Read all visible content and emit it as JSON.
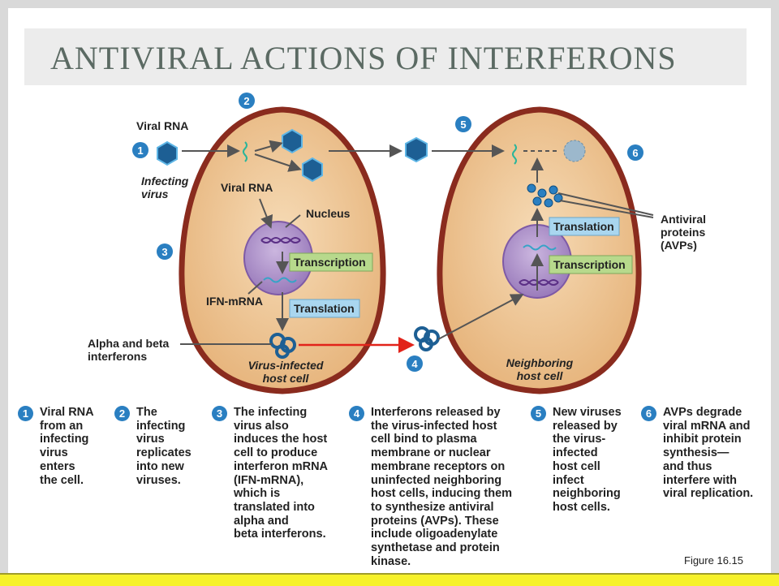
{
  "slide": {
    "title": "ANTIVIRAL ACTIONS OF INTERFERONS",
    "figure_label": "Figure 16.15"
  },
  "diagram": {
    "labels": {
      "viral_rna_top": "Viral RNA",
      "infecting_virus": "Infecting\nvirus",
      "viral_rna_inner": "Viral RNA",
      "nucleus": "Nucleus",
      "transcription_left": "Transcription",
      "ifn_mrna": "IFN-mRNA",
      "translation_left": "Translation",
      "alpha_beta": "Alpha and beta\ninterferons",
      "virus_infected_host": "Virus-infected\nhost cell",
      "neighboring_host": "Neighboring\nhost cell",
      "translation_right": "Translation",
      "transcription_right": "Transcription",
      "antiviral_proteins": "Antiviral\nproteins\n(AVPs)"
    },
    "markers": [
      "1",
      "2",
      "3",
      "4",
      "5",
      "6"
    ],
    "colors": {
      "cell_fill": "#eec89a",
      "cell_border": "#8a2b1e",
      "nucleus": "#a98cc4",
      "marker": "#2a7fc1",
      "transcription_box": "#b7d98c",
      "translation_box": "#a9d6ef",
      "release_arrow": "#e2231a",
      "virus": "#1d5f94"
    }
  },
  "steps": [
    {
      "num": "1",
      "text": "Viral RNA\nfrom an\ninfecting\nvirus\nenters\nthe cell."
    },
    {
      "num": "2",
      "text": "The\ninfecting\nvirus\nreplicates\ninto new\nviruses."
    },
    {
      "num": "3",
      "text": "The infecting\nvirus also\ninduces the host\ncell to produce\ninterferon mRNA\n(IFN-mRNA),\nwhich is\ntranslated into\nalpha and\nbeta interferons."
    },
    {
      "num": "4",
      "text": "Interferons released by\nthe virus-infected host\ncell bind to plasma\nmembrane or nuclear\nmembrane receptors on\nuninfected neighboring\nhost cells, inducing them\nto synthesize antiviral\nproteins (AVPs). These\ninclude oligoadenylate\nsynthetase and protein\nkinase."
    },
    {
      "num": "5",
      "text": "New viruses\nreleased by\nthe virus-\ninfected\nhost cell\ninfect\nneighboring\nhost cells."
    },
    {
      "num": "6",
      "text": "AVPs degrade\nviral mRNA and\ninhibit protein\nsynthesis—\nand thus\ninterfere with\nviral replication."
    }
  ]
}
